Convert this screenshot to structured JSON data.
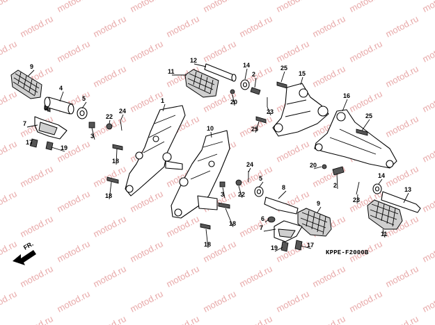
{
  "watermark_text": "motod.ru",
  "diagram_code": "KPPE-F2000B",
  "front_arrow_label": "FR.",
  "callouts": {
    "c1": "1",
    "c2a": "2",
    "c2b": "2",
    "c3a": "3",
    "c3b": "3",
    "c4": "4",
    "c5a": "5",
    "c5b": "5",
    "c6a": "6",
    "c6b": "6",
    "c7a": "7",
    "c7b": "7",
    "c8": "8",
    "c9a": "9",
    "c9b": "9",
    "c10": "10",
    "c11a": "11",
    "c11b": "11",
    "c12": "12",
    "c13": "13",
    "c14a": "14",
    "c14b": "14",
    "c15": "15",
    "c16": "16",
    "c17a": "17",
    "c17b": "17",
    "c18a": "18",
    "c18b": "18",
    "c18c": "18",
    "c18d": "18",
    "c19a": "19",
    "c19b": "19",
    "c20a": "20",
    "c20b": "20",
    "c22a": "22",
    "c22b": "22",
    "c23a": "23",
    "c23b": "23",
    "c24a": "24",
    "c24b": "24",
    "c25a": "25",
    "c25b": "25",
    "c25c": "25"
  },
  "colors": {
    "line": "#000000",
    "watermark": "#e8a9a9",
    "fill_gray": "#cfcfcf"
  }
}
